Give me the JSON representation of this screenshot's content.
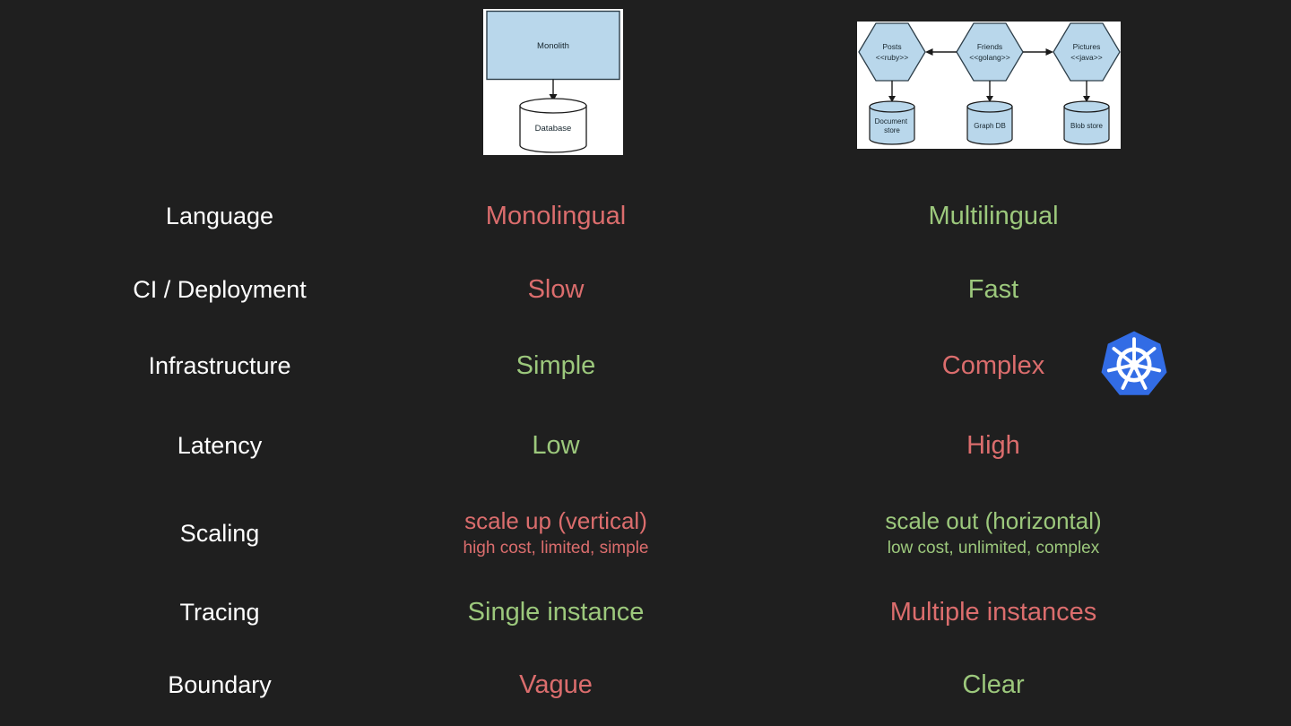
{
  "slide": {
    "background": "#1f1f1f",
    "colors": {
      "negative": "#db6d6d",
      "positive": "#9cc87c",
      "label": "#ffffff",
      "diagram_fill": "#b9d7eb",
      "diagram_stroke": "#2e3f4a",
      "kubernetes_blue": "#326ce5"
    }
  },
  "diagrams": {
    "monolith": {
      "name": "Monolith",
      "database": "Database"
    },
    "microservices": {
      "services": [
        {
          "name": "Posts",
          "stereotype": "<<ruby>>",
          "store_lines": [
            "Document",
            "store"
          ]
        },
        {
          "name": "Friends",
          "stereotype": "<<golang>>",
          "store_lines": [
            "Graph DB",
            ""
          ]
        },
        {
          "name": "Pictures",
          "stereotype": "<<java>>",
          "store_lines": [
            "Blob store",
            ""
          ]
        }
      ]
    }
  },
  "icons": {
    "kubernetes": "kubernetes-logo"
  },
  "comparison": {
    "rows": [
      {
        "label": "Language",
        "monolith": {
          "text": "Monolingual",
          "sentiment": "negative"
        },
        "microservices": {
          "text": "Multilingual",
          "sentiment": "positive"
        }
      },
      {
        "label": "CI / Deployment",
        "monolith": {
          "text": "Slow",
          "sentiment": "negative"
        },
        "microservices": {
          "text": "Fast",
          "sentiment": "positive"
        }
      },
      {
        "label": "Infrastructure",
        "monolith": {
          "text": "Simple",
          "sentiment": "positive"
        },
        "microservices": {
          "text": "Complex",
          "sentiment": "negative"
        }
      },
      {
        "label": "Latency",
        "monolith": {
          "text": "Low",
          "sentiment": "positive"
        },
        "microservices": {
          "text": "High",
          "sentiment": "negative"
        }
      },
      {
        "label": "Scaling",
        "monolith": {
          "text": "scale up (vertical)",
          "subtext": "high cost, limited, simple",
          "sentiment": "negative"
        },
        "microservices": {
          "text": "scale out (horizontal)",
          "subtext": "low cost, unlimited, complex",
          "sentiment": "positive"
        }
      },
      {
        "label": "Tracing",
        "monolith": {
          "text": "Single instance",
          "sentiment": "positive"
        },
        "microservices": {
          "text": "Multiple instances",
          "sentiment": "negative"
        }
      },
      {
        "label": "Boundary",
        "monolith": {
          "text": "Vague",
          "sentiment": "negative"
        },
        "microservices": {
          "text": "Clear",
          "sentiment": "positive"
        }
      }
    ]
  }
}
